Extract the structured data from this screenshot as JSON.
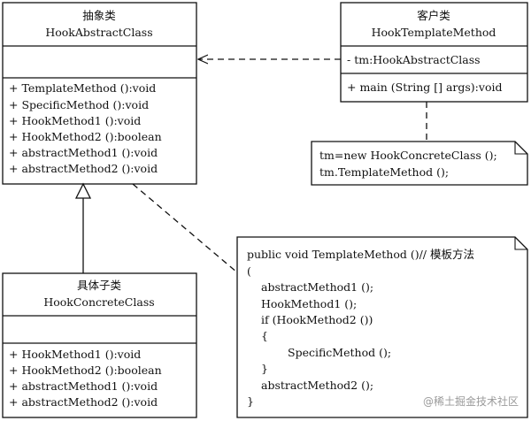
{
  "classes": {
    "abstract": {
      "title_cn": "抽象类",
      "title_en": "HookAbstractClass",
      "methods": [
        "+ TemplateMethod ():void",
        "+ SpecificMethod ():void",
        "+ HookMethod1 ():void",
        "+ HookMethod2 ():boolean",
        "+ abstractMethod1 ():void",
        "+ abstractMethod2 ():void"
      ]
    },
    "client": {
      "title_cn": "客户类",
      "title_en": "HookTemplateMethod",
      "attributes": [
        "- tm:HookAbstractClass"
      ],
      "methods": [
        "+ main (String [] args):void"
      ]
    },
    "concrete": {
      "title_cn": "具体子类",
      "title_en": "HookConcreteClass",
      "methods": [
        "+ HookMethod1 ():void",
        "+ HookMethod2 ():boolean",
        "+ abstractMethod1 ():void",
        "+ abstractMethod2 ():void"
      ]
    }
  },
  "notes": {
    "client_note": [
      "tm=new HookConcreteClass ();",
      "tm.TemplateMethod ();"
    ],
    "template_note": [
      "public void TemplateMethod ()// 模板方法",
      "(",
      "abstractMethod1 ();",
      "HookMethod1 ();",
      "if (HookMethod2 ())",
      "{",
      "SpecificMethod ();",
      "}",
      "abstractMethod2 ();",
      "}"
    ]
  },
  "watermark": "@稀土掘金技术社区"
}
